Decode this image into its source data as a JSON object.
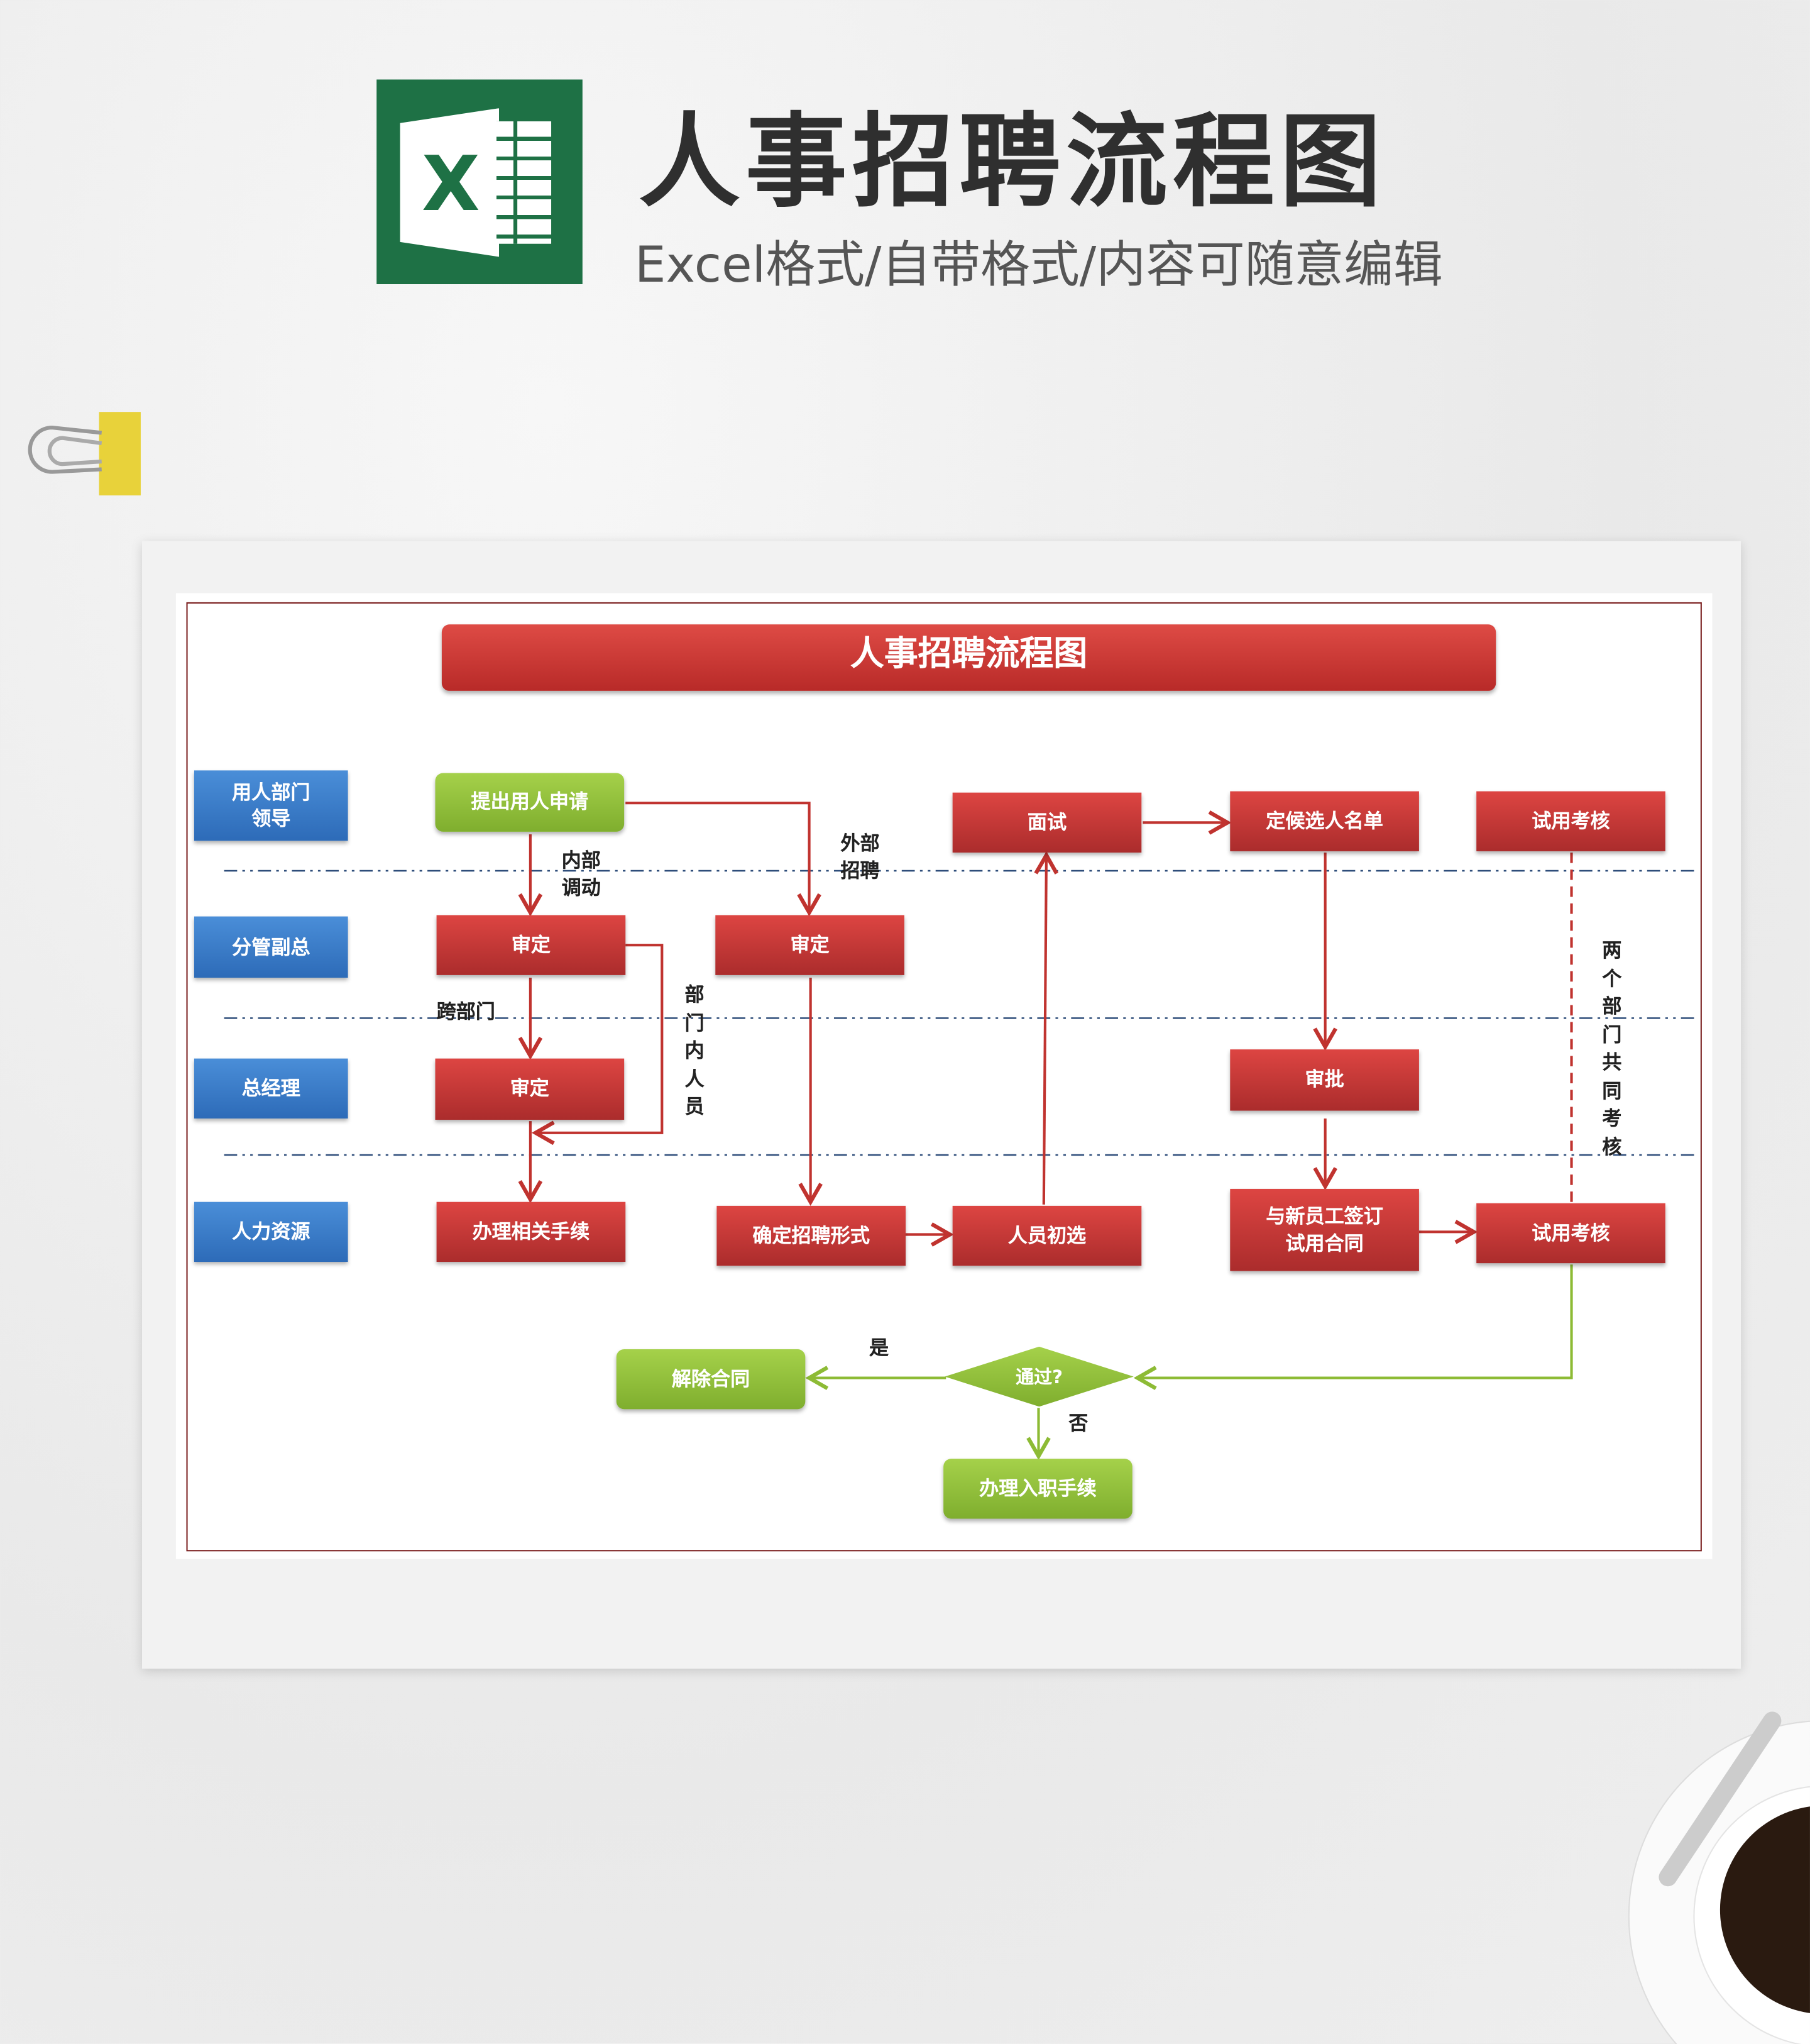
{
  "header": {
    "title": "人事招聘流程图",
    "subtitle": "Excel格式/自带格式/内容可随意编辑",
    "logo_letter": "X"
  },
  "diagram": {
    "title": "人事招聘流程图",
    "lanes": [
      "用人部门\n领导",
      "分管副总",
      "总经理",
      "人力资源"
    ],
    "nodes": {
      "apply": "提出用人申请",
      "review1": "审定",
      "review2": "审定",
      "review3": "审定",
      "handle": "办理相关手续",
      "confirm_form": "确定招聘形式",
      "screening": "人员初选",
      "interview": "面试",
      "shortlist": "定候选人名单",
      "trial_top": "试用考核",
      "approve": "审批",
      "sign": "与新员工签订\n试用合同",
      "trial_bottom": "试用考核",
      "terminate": "解除合同",
      "pass": "通过?",
      "onboard": "办理入职手续"
    },
    "edge_labels": {
      "internal": "内部\n调动",
      "external": "外部\n招聘",
      "cross": "跨部门",
      "within": "部门内人员",
      "joint": "两个部门共同考核",
      "yes": "是",
      "no": "否"
    }
  },
  "colors": {
    "red": "#c0332f",
    "green": "#8dbb35",
    "blue": "#3a7cc9",
    "excel": "#1e7145"
  }
}
